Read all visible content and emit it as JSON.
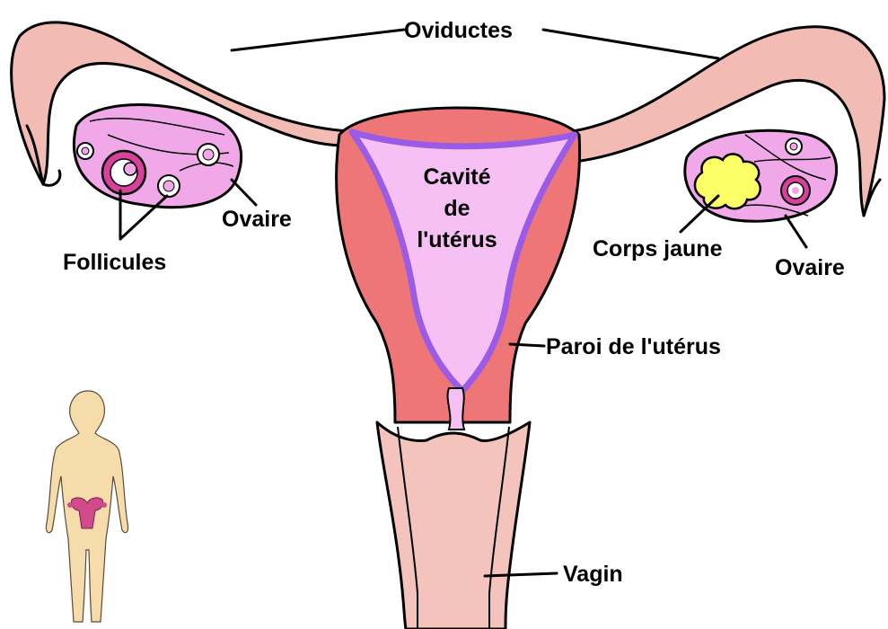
{
  "labels": {
    "oviductes": "Oviductes",
    "cavite_line1": "Cavité",
    "cavite_line2": "de",
    "cavite_line3": "l'utérus",
    "ovaire_left": "Ovaire",
    "follicules": "Follicules",
    "corps_jaune": "Corps jaune",
    "ovaire_right": "Ovaire",
    "paroi": "Paroi de l'utérus",
    "vagin": "Vagin"
  },
  "colors": {
    "tube_pink": "#f2bcb4",
    "ovary_pink": "#f0a8e8",
    "wall_red": "#ef7676",
    "cavity_pink": "#f6c0f4",
    "cavity_outline": "#9a5ce6",
    "vagina_pink": "#f4c4bc",
    "corpus_luteum": "#ffff66",
    "follicle_magenta": "#d8409c",
    "skin": "#f6dcaa"
  }
}
